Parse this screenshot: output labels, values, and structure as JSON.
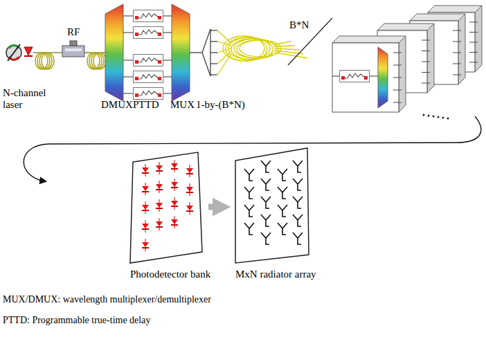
{
  "diagram": {
    "nodes": [
      {
        "text": [
          "Photodetector bank"
        ]
      },
      {
        "text": [
          "MxN radiator array"
        ]
      }
    ],
    "edges": [
      {
        "from": 0,
        "to": 1,
        "arrow": "to"
      }
    ],
    "labels": [
      "N-channel laser",
      "RF",
      "DMUX",
      "PTTD",
      "MUX",
      "1-by-(B*N)",
      "B*N",
      "MUX/DMUX: wavelength multiplexer/demultiplexer",
      "PTTD: Programmable true-time delay"
    ]
  }
}
